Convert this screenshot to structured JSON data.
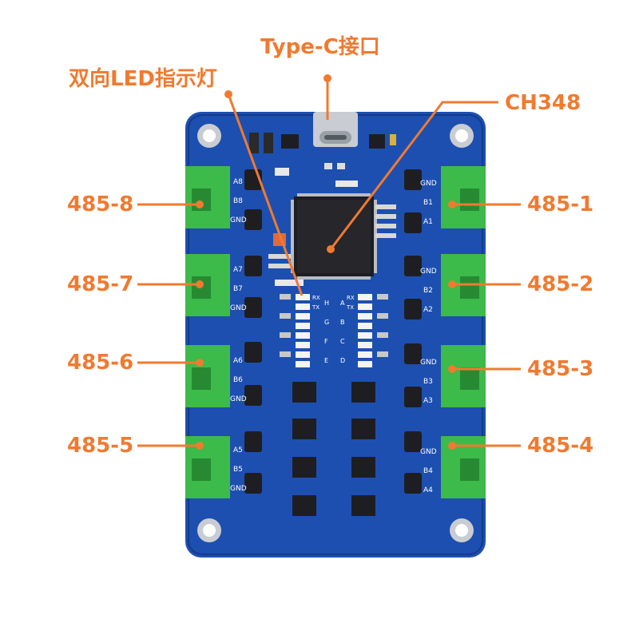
{
  "colors": {
    "callout": "#f07a30",
    "pcb": "#1d4fb0",
    "pcb_dark": "#133a8a",
    "terminal": "#3cba4a",
    "terminal_dark": "#278a33",
    "chip": "#1e1e22",
    "silk": "#ffffff"
  },
  "callouts": {
    "usb": "Type-C接口",
    "led": "双向LED指示灯",
    "chip": "CH348",
    "port1": "485-1",
    "port2": "485-2",
    "port3": "485-3",
    "port4": "485-4",
    "port5": "485-5",
    "port6": "485-6",
    "port7": "485-7",
    "port8": "485-8"
  },
  "board": {
    "left_pins": {
      "p8": [
        "A8",
        "B8",
        "GND"
      ],
      "p7": [
        "A7",
        "B7",
        "GND"
      ],
      "p6": [
        "A6",
        "B6",
        "GND"
      ],
      "p5": [
        "A5",
        "B5",
        "GND"
      ]
    },
    "right_pins": {
      "p1": [
        "GND",
        "B1",
        "A1"
      ],
      "p2": [
        "GND",
        "B2",
        "A2"
      ],
      "p3": [
        "GND",
        "B3",
        "A3"
      ],
      "p4": [
        "GND",
        "B4",
        "A4"
      ]
    },
    "led_groups_left": [
      "H",
      "G",
      "F",
      "E"
    ],
    "led_groups_right": [
      "A",
      "B",
      "C",
      "D"
    ],
    "led_row_labels": [
      "RX",
      "TX"
    ]
  }
}
